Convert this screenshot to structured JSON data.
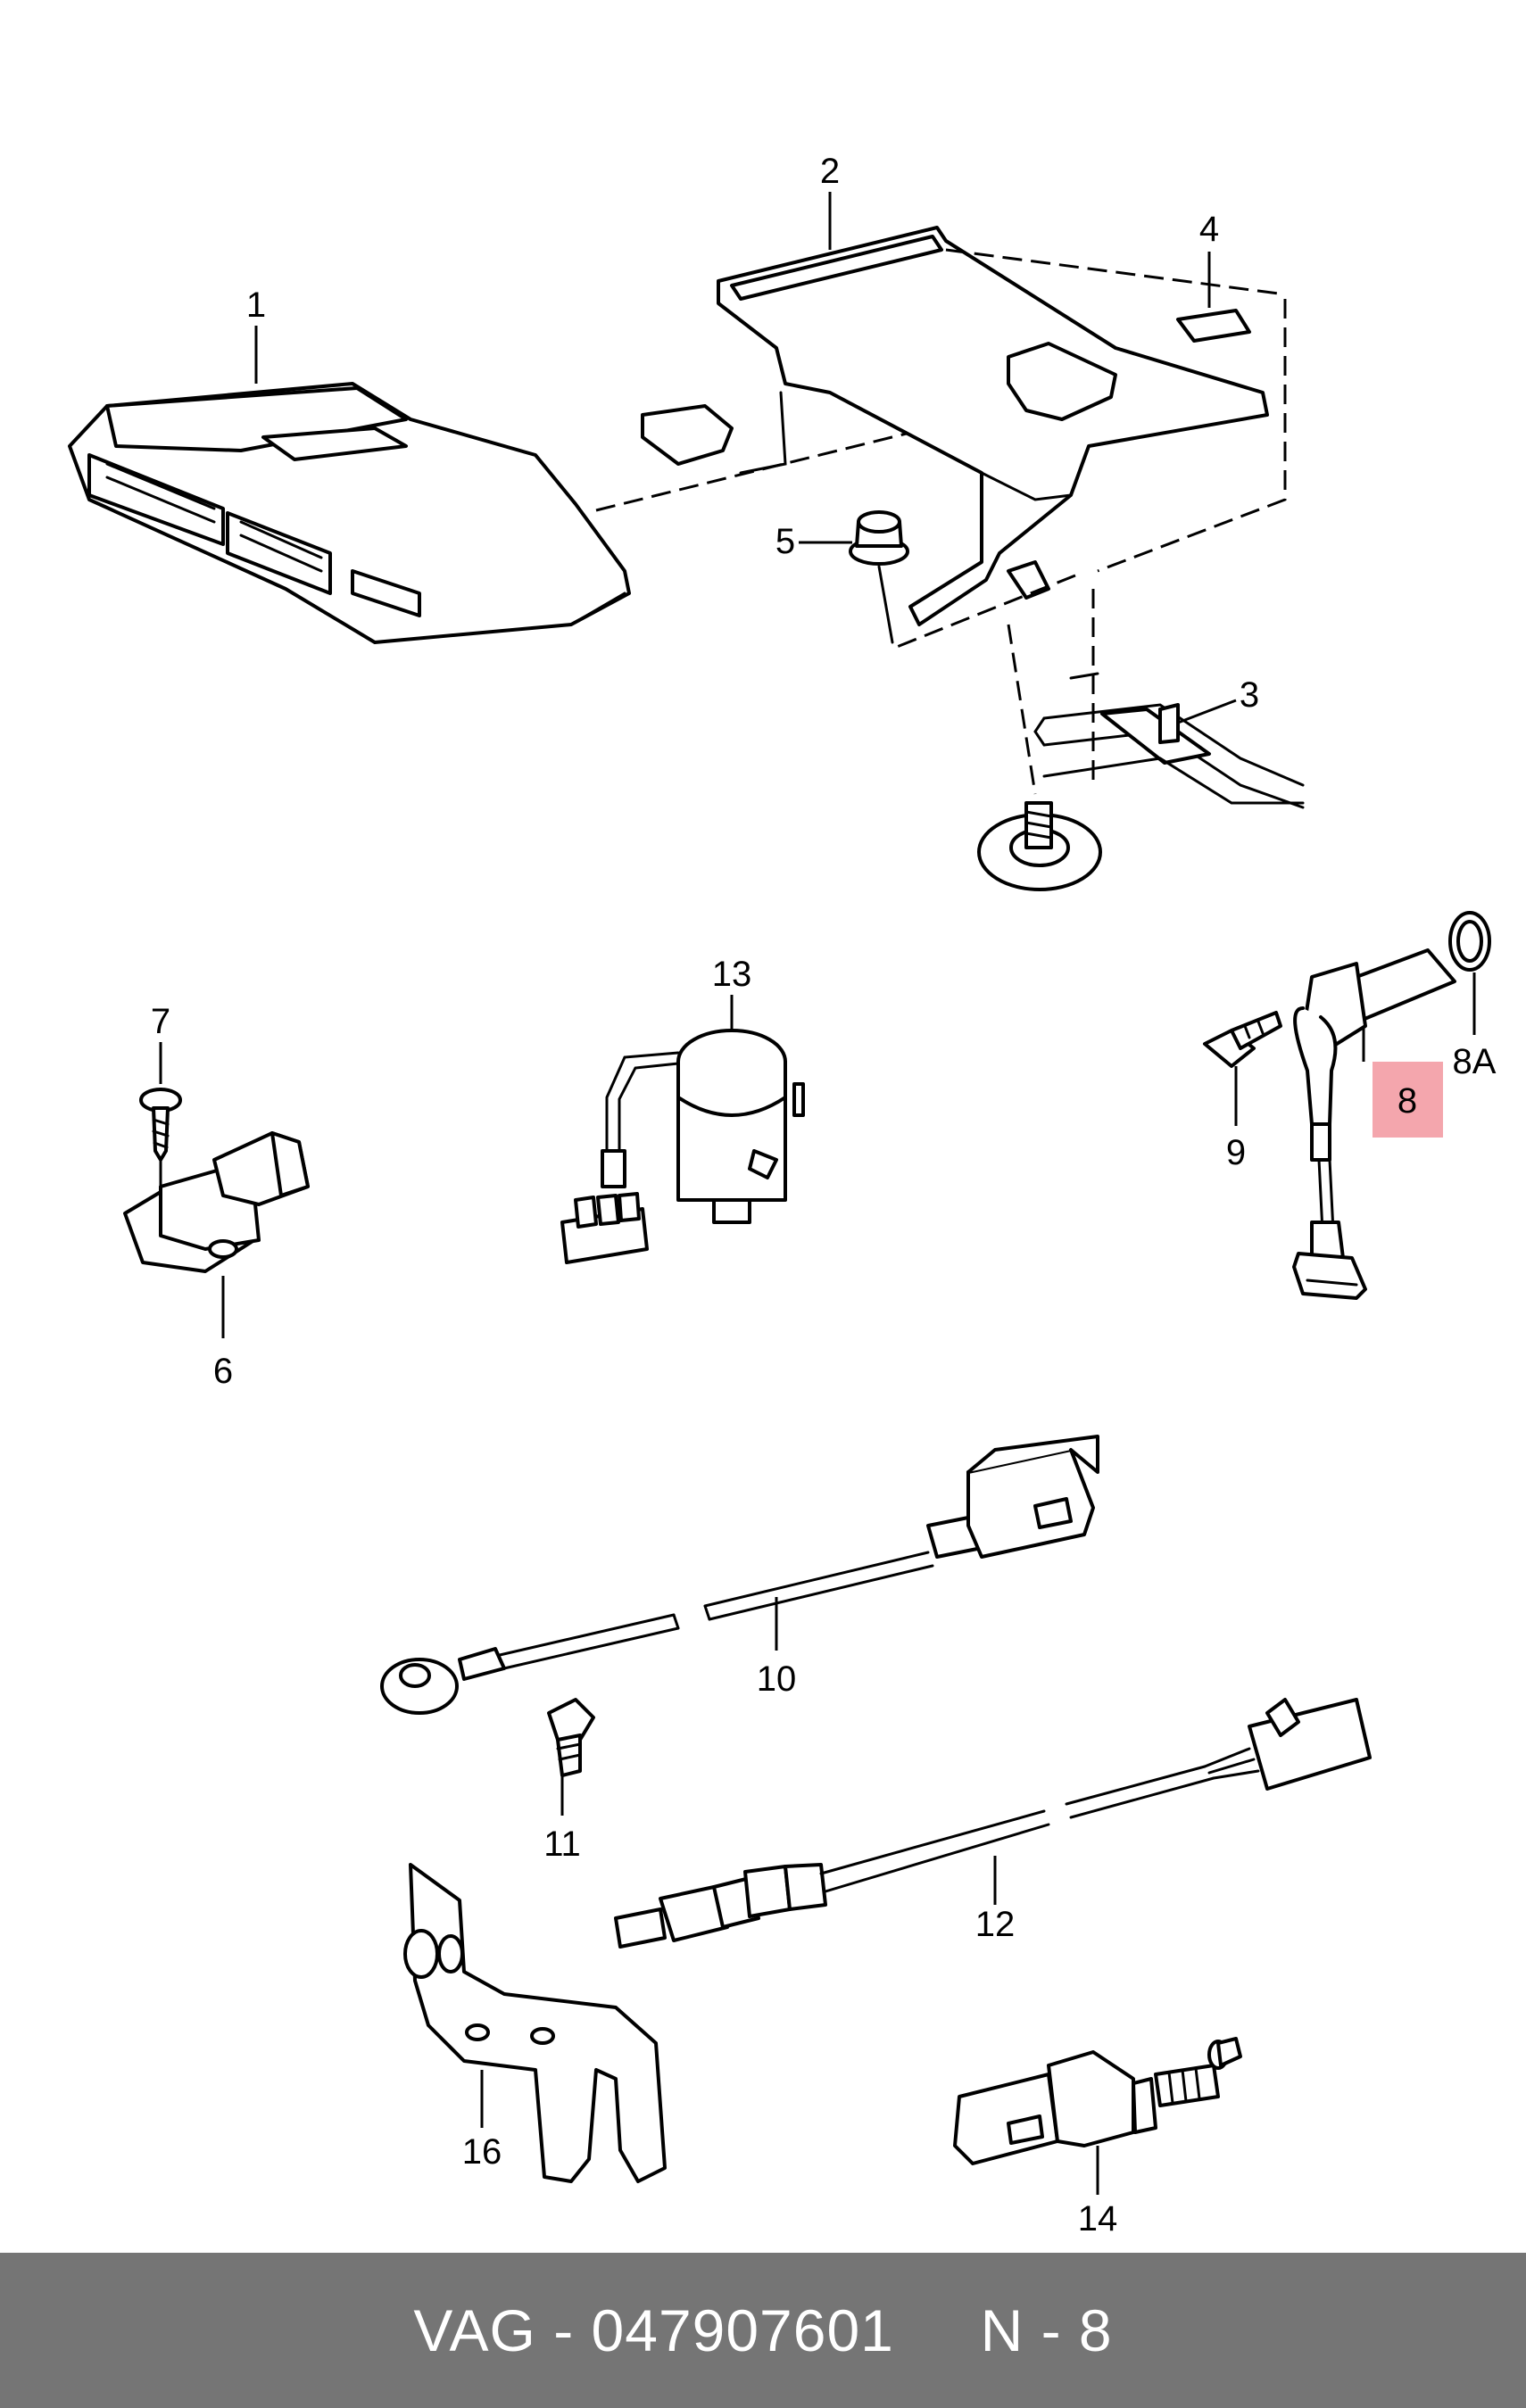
{
  "callouts": {
    "p1": "1",
    "p2": "2",
    "p3": "3",
    "p4": "4",
    "p5": "5",
    "p6": "6",
    "p7": "7",
    "p8": "8",
    "p8a": "8A",
    "p9": "9",
    "p10": "10",
    "p11": "11",
    "p12": "12",
    "p13": "13",
    "p14": "14",
    "p16": "16"
  },
  "highlight": {
    "part": "8",
    "color": "#f4a6ad"
  },
  "footer": {
    "brand": "VAG",
    "part_number": "047907601",
    "position": "N - 8"
  }
}
